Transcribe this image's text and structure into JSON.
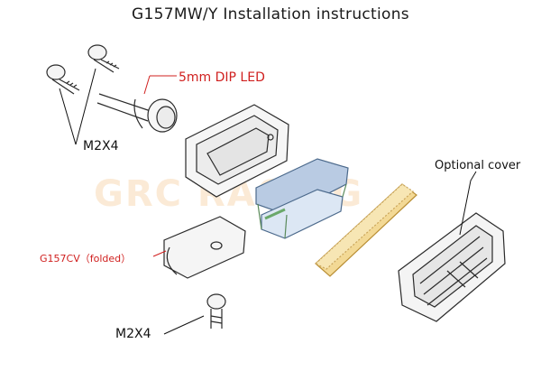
{
  "title": "G157MW/Y Installation instructions",
  "labels": {
    "led": "5mm DIP LED",
    "screws_top": "M2X4",
    "cover": "Optional cover",
    "holder": "G157CV（folded）",
    "screw_bottom": "M2X4"
  },
  "watermark": "GRC RACING",
  "colors": {
    "red_label": "#d0201f",
    "amber_lens": "#f2d48a",
    "blue_bracket": "#9fb8d8",
    "green_edge": "#6aa86a"
  }
}
